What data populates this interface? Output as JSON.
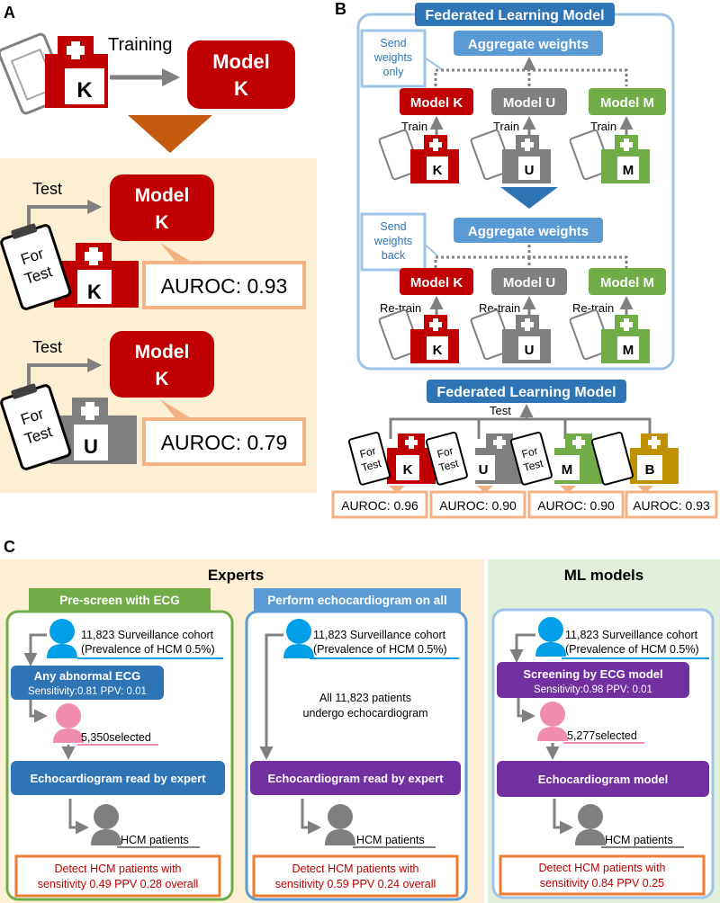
{
  "panels": {
    "a": "A",
    "b": "B",
    "c": "C"
  },
  "site_letters": {
    "k": "K",
    "u": "U",
    "m": "M",
    "b": "B"
  },
  "panel_a": {
    "training_label": "Training",
    "model_line1": "Model",
    "model_line2": "K",
    "test_label": "Test",
    "for_test_line1": "For",
    "for_test_line2": "Test",
    "auroc_k": "AUROC: 0.93",
    "auroc_u": "AUROC: 0.79"
  },
  "panel_b": {
    "fl_title": "Federated Learning Model",
    "aggregate": "Aggregate weights",
    "send_only": [
      "Send",
      "weights",
      "only"
    ],
    "send_back": [
      "Send",
      "weights",
      "back"
    ],
    "model_k": "Model K",
    "model_u": "Model U",
    "model_m": "Model M",
    "train": "Train",
    "retrain": "Re-train",
    "fl_bottom_title": "Federated Learning Model",
    "test_label": "Test",
    "for_test_line1": "For",
    "for_test_line2": "Test",
    "aurocs": [
      "AUROC: 0.96",
      "AUROC: 0.90",
      "AUROC: 0.90",
      "AUROC: 0.93"
    ]
  },
  "panel_c": {
    "experts_title": "Experts",
    "ml_title": "ML models",
    "cohort_line1": "11,823 Surveillance cohort",
    "cohort_line2": "(Prevalence of HCM 0.5%)",
    "col1": {
      "header": "Pre-screen with ECG",
      "screen_title": "Any abnormal ECG",
      "screen_stats": "Sensitivity:0.81 PPV: 0.01",
      "selected": "5,350selected",
      "echo": "Echocardiogram read by expert",
      "hcm": "HCM patients",
      "result_line1": "Detect HCM patients with",
      "result_line2": "sensitivity 0.49 PPV 0.28 overall"
    },
    "col2": {
      "header": "Perform echocardiogram on all",
      "all_line1": "All 11,823 patients",
      "all_line2": "undergo echocardiogram",
      "echo": "Echocardiogram read by expert",
      "hcm": "HCM patients",
      "result_line1": "Detect HCM patients with",
      "result_line2": "sensitivity 0.59 PPV 0.24 overall"
    },
    "col3": {
      "screen_title": "Screening by ECG model",
      "screen_stats": "Sensitivity:0.98 PPV: 0.01",
      "selected": "5,277selected",
      "echo": "Echocardiogram model",
      "hcm": "HCM patients",
      "result_line1": "Detect HCM patients with",
      "result_line2": "sensitivity 0.84 PPV 0.25"
    }
  },
  "colors": {
    "red": "#c00000",
    "gray": "#7f7f7f",
    "green": "#70ad47",
    "gold": "#bf9000",
    "blue": "#2e75b6",
    "light_blue": "#5b9bd5",
    "purple": "#7030a0",
    "pink": "#f08cac",
    "orange": "#f4b183",
    "beige": "#fdefd3",
    "light_green": "#e2efda"
  }
}
